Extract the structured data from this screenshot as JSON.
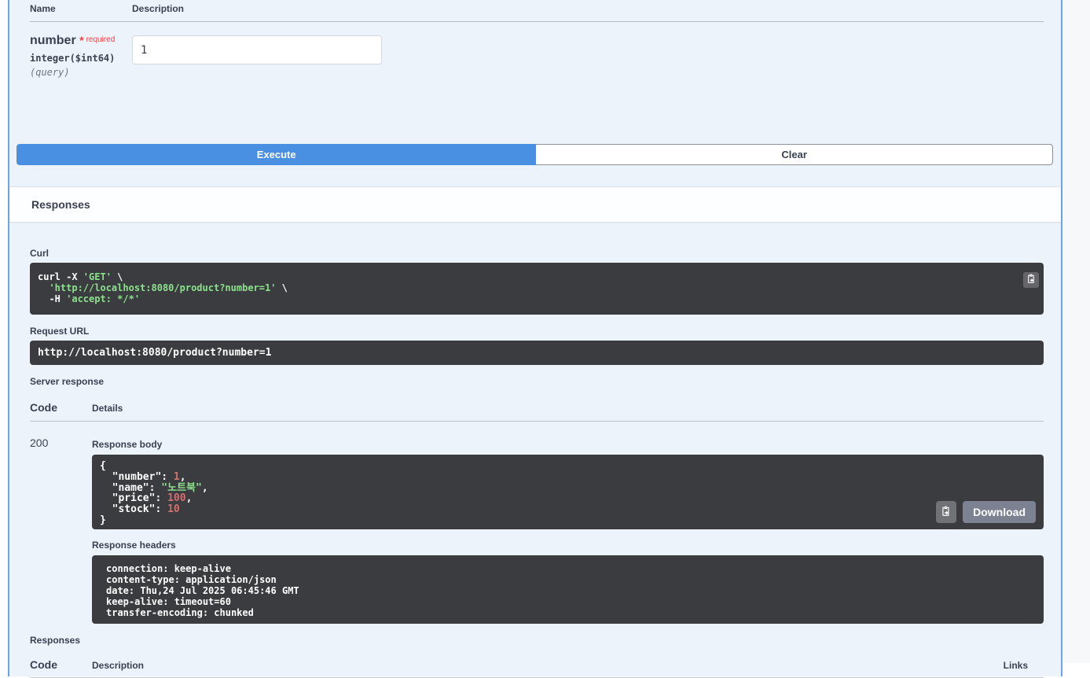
{
  "colors": {
    "accent_blue": "#4990e2",
    "opblock_border": "#6ba5ec",
    "opblock_bg": "#ecf3fb",
    "code_bg": "#3b3c40",
    "required_red": "#f93e3e",
    "download_grey": "#7d8293"
  },
  "code_colors": {
    "plain": "#ffffff",
    "string": "#8ce28c",
    "number": "#d36f6f"
  },
  "parameters": {
    "name_header": "Name",
    "description_header": "Description",
    "param": {
      "name": "number",
      "star": "*",
      "required_label": "required",
      "type": "integer($int64)",
      "location": "(query)",
      "value": "1"
    }
  },
  "actions": {
    "execute_label": "Execute",
    "clear_label": "Clear"
  },
  "responses_section": {
    "title": "Responses"
  },
  "curl": {
    "label": "Curl",
    "command": "curl -X 'GET' 'http://localhost:8080/product?number=1' -H 'accept: */*'",
    "lines": [
      [
        {
          "t": "curl -X ",
          "c": "plain"
        },
        {
          "t": "'GET'",
          "c": "string"
        },
        {
          "t": " \\",
          "c": "plain"
        }
      ],
      [
        {
          "t": "  ",
          "c": "plain"
        },
        {
          "t": "'http://localhost:8080/product?number=1'",
          "c": "string"
        },
        {
          "t": " \\",
          "c": "plain"
        }
      ],
      [
        {
          "t": "  -H ",
          "c": "plain"
        },
        {
          "t": "'accept: */*'",
          "c": "string"
        }
      ]
    ]
  },
  "request_url": {
    "label": "Request URL",
    "value": "http://localhost:8080/product?number=1"
  },
  "server_response": {
    "label": "Server response",
    "code_header": "Code",
    "details_header": "Details",
    "status_code": "200",
    "response_body": {
      "label": "Response body",
      "json": {
        "number": 1,
        "name": "노트북",
        "price": 100,
        "stock": 10
      },
      "lines": [
        [
          {
            "t": "{",
            "c": "plain"
          }
        ],
        [
          {
            "t": "  \"number\": ",
            "c": "plain"
          },
          {
            "t": "1",
            "c": "number"
          },
          {
            "t": ",",
            "c": "plain"
          }
        ],
        [
          {
            "t": "  \"name\": ",
            "c": "plain"
          },
          {
            "t": "\"노트북\"",
            "c": "string"
          },
          {
            "t": ",",
            "c": "plain"
          }
        ],
        [
          {
            "t": "  \"price\": ",
            "c": "plain"
          },
          {
            "t": "100",
            "c": "number"
          },
          {
            "t": ",",
            "c": "plain"
          }
        ],
        [
          {
            "t": "  \"stock\": ",
            "c": "plain"
          },
          {
            "t": "10",
            "c": "number"
          }
        ],
        [
          {
            "t": "}",
            "c": "plain"
          }
        ]
      ],
      "download_label": "Download"
    },
    "response_headers": {
      "label": "Response headers",
      "lines": [
        [
          {
            "t": "connection: keep-alive",
            "c": "plain"
          }
        ],
        [
          {
            "t": "content-type: application/json",
            "c": "plain"
          }
        ],
        [
          {
            "t": "date: Thu,24 Jul 2025 06:45:46 GMT",
            "c": "plain"
          }
        ],
        [
          {
            "t": "keep-alive: timeout=60",
            "c": "plain"
          }
        ],
        [
          {
            "t": "transfer-encoding: chunked",
            "c": "plain"
          }
        ]
      ]
    }
  },
  "responses_table": {
    "label": "Responses",
    "code_header": "Code",
    "description_header": "Description",
    "links_header": "Links"
  }
}
